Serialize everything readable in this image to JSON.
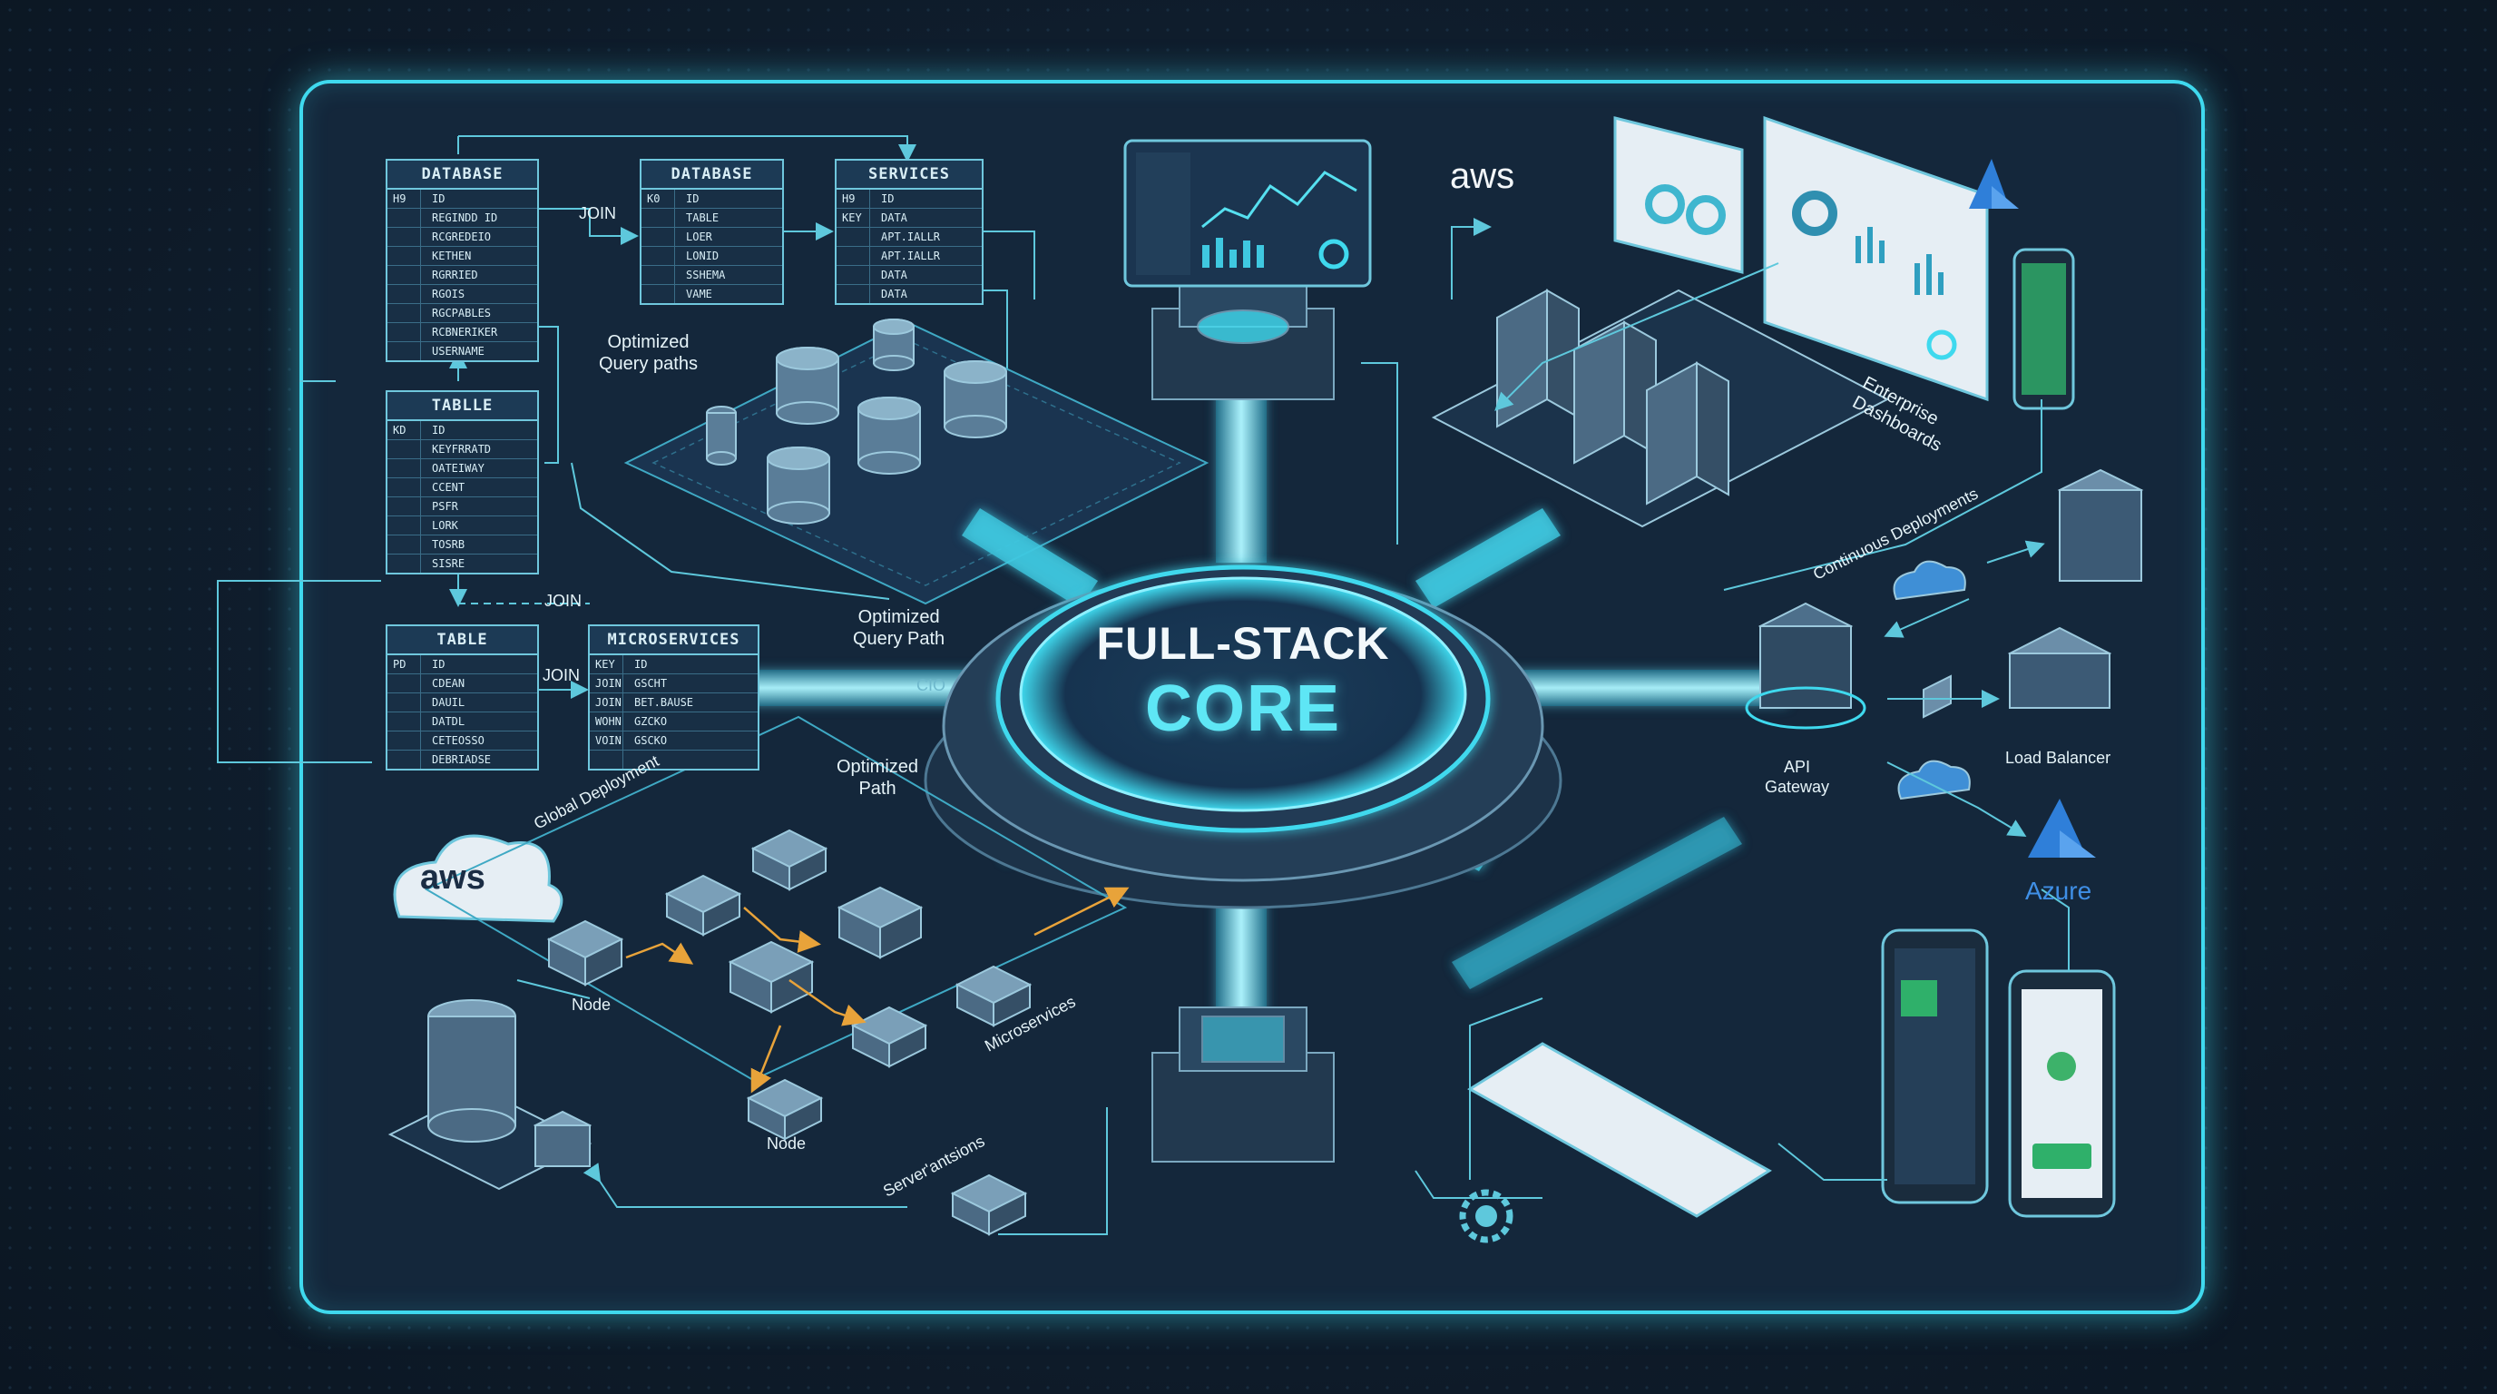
{
  "title": {
    "line1": "FULL-STACK",
    "line2": "CORE"
  },
  "tables": [
    {
      "id": "database-1",
      "header": "DATABASE",
      "rows": [
        [
          "H9",
          "ID"
        ],
        [
          "",
          "REGINDD ID"
        ],
        [
          "",
          "RCGREDEIO"
        ],
        [
          "",
          "KETHEN"
        ],
        [
          "",
          "RGRRIED"
        ],
        [
          "",
          "RGOIS"
        ],
        [
          "",
          "RGCPABLES"
        ],
        [
          "",
          "RCBNERIKER"
        ],
        [
          "",
          "USERNAME"
        ]
      ]
    },
    {
      "id": "database-2",
      "header": "DATABASE",
      "rows": [
        [
          "K0",
          "ID"
        ],
        [
          "",
          "TABLE"
        ],
        [
          "",
          "LOER"
        ],
        [
          "",
          "LONID"
        ],
        [
          "",
          "SSHEMA"
        ],
        [
          "",
          "VAME"
        ]
      ]
    },
    {
      "id": "services",
      "header": "SERVICES",
      "rows": [
        [
          "H9",
          "ID"
        ],
        [
          "KEY",
          "DATA"
        ],
        [
          "",
          "APT.IALLR"
        ],
        [
          "",
          "APT.IALLR"
        ],
        [
          "",
          "DATA"
        ],
        [
          "",
          "DATA"
        ]
      ]
    },
    {
      "id": "tablle",
      "header": "TABLLE",
      "rows": [
        [
          "KD",
          "ID"
        ],
        [
          "",
          "KEYFRRATD"
        ],
        [
          "",
          "OATEIWAY"
        ],
        [
          "",
          "CCENT"
        ],
        [
          "",
          "PSFR"
        ],
        [
          "",
          "LORK"
        ],
        [
          "",
          "TOSRB"
        ],
        [
          "",
          "SISRE"
        ]
      ]
    },
    {
      "id": "table-bottom",
      "header": "TABLE",
      "rows": [
        [
          "PD",
          "ID"
        ],
        [
          "",
          "CDEAN"
        ],
        [
          "",
          "DAUIL"
        ],
        [
          "",
          "DATDL"
        ],
        [
          "",
          "CETEOSSO"
        ],
        [
          "",
          "DEBRIADSE"
        ]
      ]
    },
    {
      "id": "microservices",
      "header": "MICROSERVICES",
      "rows": [
        [
          "KEY",
          "ID"
        ],
        [
          "JOIN",
          "GSCHT"
        ],
        [
          "JOIN",
          "BET.BAUSE"
        ],
        [
          "WOHN",
          "GZCKO"
        ],
        [
          "VOIN",
          "GSCKO"
        ],
        [
          "",
          ""
        ]
      ]
    }
  ],
  "labels": {
    "join_1": "JOIN",
    "join_2": "JOIN",
    "join_3": "JOIN",
    "opt_query_paths": "Optimized\nQuery paths",
    "opt_query_path": "Optimized\nQuery Path",
    "opt_path": "Optimized\nPath",
    "cio": "CIO",
    "global_deployment": "Global Deployment",
    "aws_top": "aws",
    "aws_left": "aws",
    "azure": "Azure",
    "enterprise_dashboards": "Enterprise\nDashboards",
    "continuous_deployments": "Continuous Deployments",
    "api_gateway": "API\nGateway",
    "load_balancer": "Load Balancer",
    "node_1": "Node",
    "node_2": "Node",
    "microservices": "Microservices",
    "serverless": "Server'antsions"
  },
  "colors": {
    "accent": "#3fd9ee",
    "board": "#14273b",
    "background": "#0f1d2c",
    "arrow_orange": "#e8a33a",
    "aws_orange": "#ff9900",
    "azure_blue": "#2f7fd9"
  }
}
